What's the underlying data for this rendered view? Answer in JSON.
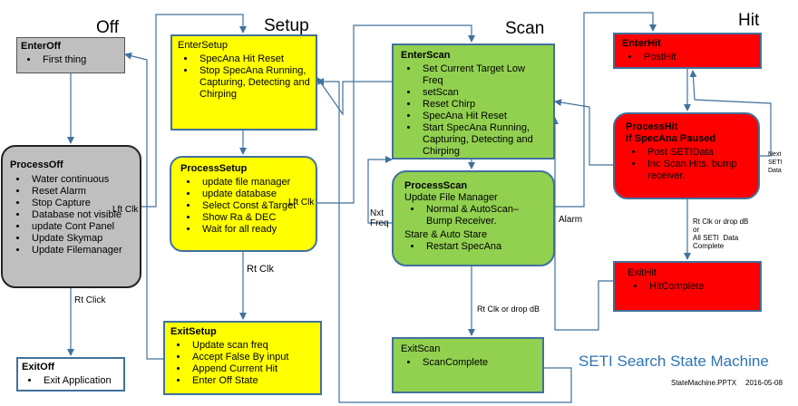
{
  "headings": {
    "off": "Off",
    "setup": "Setup",
    "scan": "Scan",
    "hit": "Hit"
  },
  "states": {
    "enter_off": {
      "title": "EnterOff",
      "items": [
        "First thing"
      ]
    },
    "process_off": {
      "title": "ProcessOff",
      "items": [
        "Water continuous",
        "Reset Alarm",
        "Stop Capture",
        "Database not visible",
        "update Cont Panel",
        "Update Skymap",
        "Update Filemanager"
      ]
    },
    "exit_off": {
      "title": "ExitOff",
      "items": [
        "Exit Application"
      ]
    },
    "enter_setup": {
      "title": "EnterSetup",
      "items": [
        "SpecAna Hit Reset",
        "Stop SpecAna Running, Capturing, Detecting and Chirping"
      ]
    },
    "process_setup": {
      "title": "ProcessSetup",
      "items": [
        "update file manager",
        "update database",
        "Select Const &Target",
        "Show Ra & DEC",
        "Wait for all ready"
      ]
    },
    "exit_setup": {
      "title": "ExitSetup",
      "items": [
        "Update scan freq",
        "Accept False By input",
        "Append Current Hit",
        "Enter Off State"
      ]
    },
    "enter_scan": {
      "title": "EnterScan",
      "items": [
        "Set Current Target Low Freq",
        "setScan",
        "Reset Chirp",
        "SpecAna Hit Reset",
        "Start SpecAna Running, Capturing, Detecting and Chirping"
      ]
    },
    "process_scan": {
      "title": "ProcessScan",
      "line1": "Update File Manager",
      "items": [
        "Normal & AutoScan– Bump Receiver."
      ],
      "line2": "Stare & Auto Stare",
      "items2": [
        "Restart SpecAna"
      ]
    },
    "exit_scan": {
      "title": "ExitScan",
      "items": [
        "ScanComplete"
      ]
    },
    "enter_hit": {
      "title": "EnterHit",
      "items": [
        "PostHit"
      ]
    },
    "process_hit": {
      "title": "ProcessHit",
      "subtitle": "If SpecAna Paused",
      "items": [
        "Post SETIData",
        "Inc Scan.Hits, bump receiver."
      ]
    },
    "exit_hit": {
      "title": "ExitHit",
      "items": [
        "HitComplete"
      ]
    }
  },
  "transitions": {
    "lft_clk_off": "Lft Clk",
    "rt_click_off": "Rt Click",
    "lft_clk_setup": "Lft Clk",
    "rt_clk_setup": "Rt Clk",
    "nxt_freq": "Nxt\nFreq",
    "alarm": "Alarm",
    "rt_clk_drop_scan": "Rt Clk or drop dB",
    "next_seti_data": "Next\nSETI\nData",
    "rt_clk_drop_hit": "Rt Clk or drop dB\nor\nAll SETI  Data\nComplete"
  },
  "footer": {
    "title": "SETI Search State Machine",
    "file": "StateMachine.PPTX",
    "date": "2016-05-08"
  },
  "colors": {
    "off": "#bfbfbf",
    "setup": "#ffff00",
    "scan": "#92d050",
    "hit": "#ff0000",
    "border": "#41719c",
    "title": "#2e74b5"
  }
}
